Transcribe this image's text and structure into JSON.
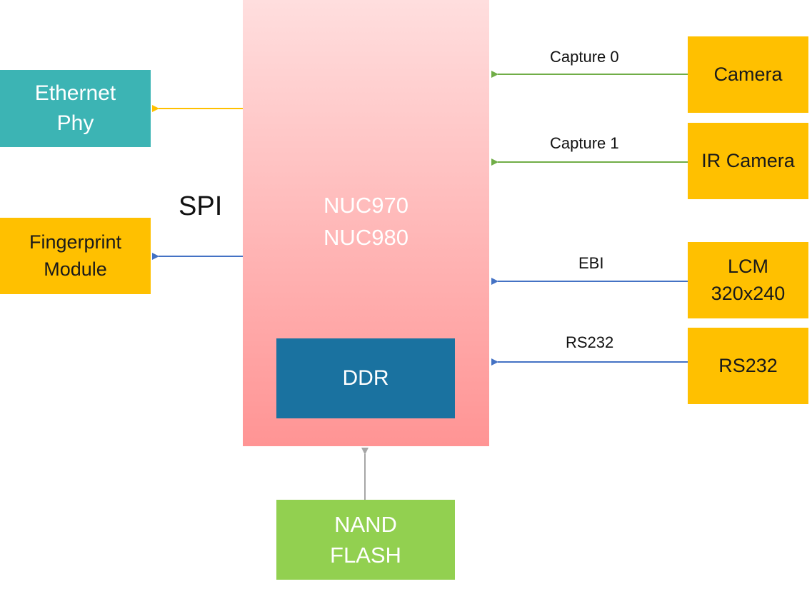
{
  "chip": {
    "line1": "NUC970",
    "line2": "NUC980",
    "memory": "DDR"
  },
  "left_blocks": {
    "ethernet": "Ethernet\nPhy",
    "fingerprint": "Fingerprint\nModule"
  },
  "right_blocks": {
    "camera": "Camera",
    "ir_camera": "IR Camera",
    "lcm": "LCM\n320x240",
    "rs232": "RS232"
  },
  "bottom_block": {
    "nand": "NAND\nFLASH"
  },
  "connections": {
    "capture0": "Capture 0",
    "capture1": "Capture 1",
    "ebi": "EBI",
    "rs232": "RS232",
    "spi": "SPI"
  },
  "colors": {
    "block_orange": "#ffc000",
    "block_teal": "#3cb4b4",
    "block_green": "#92d050",
    "ddr_blue": "#1a72a0",
    "chip_top": "#ffdede",
    "chip_bottom": "#ff9494",
    "line_orange": "#ffc000",
    "line_green": "#70ad47",
    "line_blue": "#4472c4",
    "line_gray": "#a6a6a6"
  }
}
